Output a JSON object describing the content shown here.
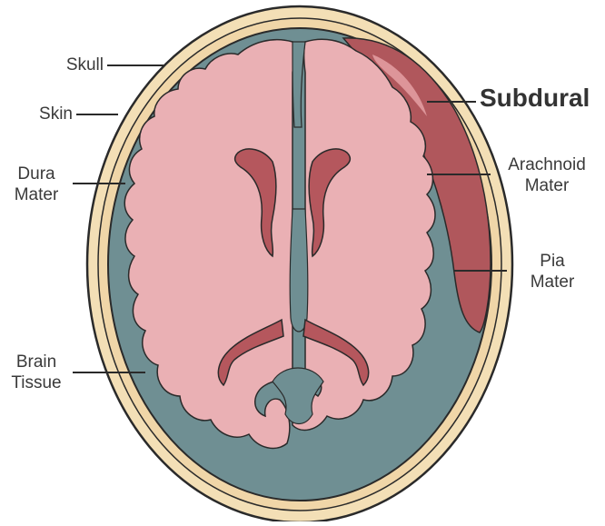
{
  "title": "Subdural",
  "labels": {
    "skull": "Skull",
    "skin": "Skin",
    "dura_line1": "Dura",
    "dura_line2": "Mater",
    "brain_line1": "Brain",
    "brain_line2": "Tissue",
    "arachnoid_line1": "Arachnoid",
    "arachnoid_line2": "Mater",
    "pia_line1": "Pia",
    "pia_line2": "Mater"
  },
  "colors": {
    "skin": "#f3dfb6",
    "skull": "#f0d6a8",
    "csf_space": "#6f8f93",
    "brain": "#eab0b4",
    "ventricle": "#b5575d",
    "hematoma": "#b0575c",
    "outline": "#2a2a2a"
  }
}
